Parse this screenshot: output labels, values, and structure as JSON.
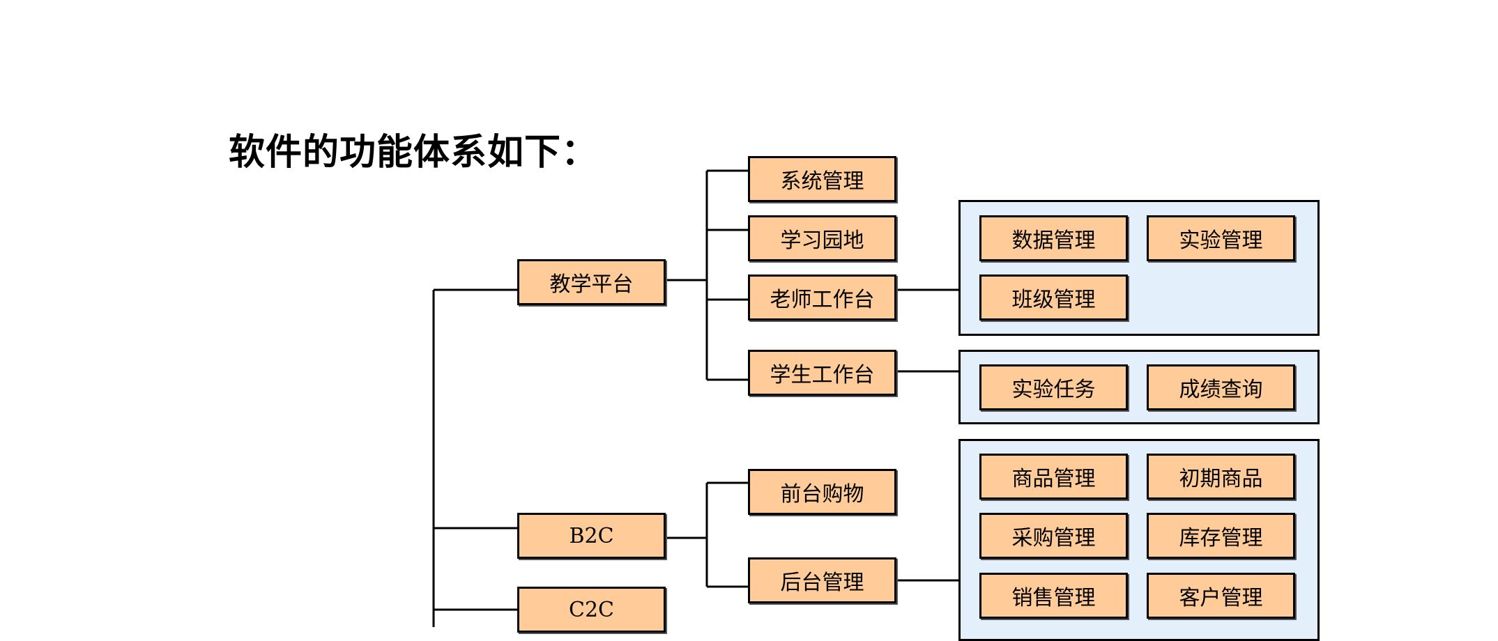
{
  "title": "软件的功能体系如下：",
  "root_branches": {
    "teaching": "教学平台",
    "b2c": "B2C",
    "c2c": "C2C"
  },
  "teaching_children": {
    "system": "系统管理",
    "study": "学习园地",
    "teacher": "老师工作台",
    "student": "学生工作台"
  },
  "b2c_children": {
    "front": "前台购物",
    "back": "后台管理"
  },
  "teacher_functions": [
    "数据管理",
    "实验管理",
    "班级管理"
  ],
  "student_functions": [
    "实验任务",
    "成绩查询"
  ],
  "back_functions": [
    "商品管理",
    "初期商品",
    "采购管理",
    "库存管理",
    "销售管理",
    "客户管理"
  ],
  "colors": {
    "node_fill": "#ffcc99",
    "group_fill": "#e3f0fb",
    "line": "#000000"
  }
}
